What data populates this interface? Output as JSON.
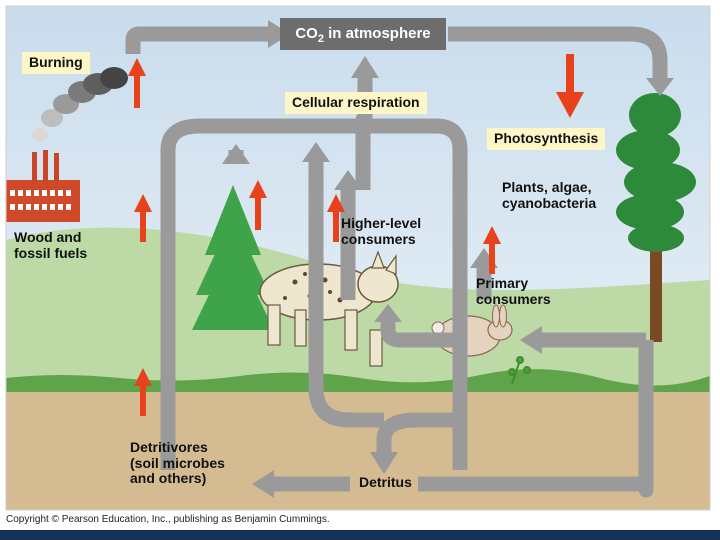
{
  "labels": {
    "co2_main": "CO",
    "co2_sub": "2",
    "co2_rest": " in atmosphere",
    "burning": "Burning",
    "cellular_respiration": "Cellular respiration",
    "photosynthesis": "Photosynthesis",
    "plants_line1": "Plants, algae,",
    "plants_line2": "cyanobacteria",
    "wood_line1": "Wood and",
    "wood_line2": "fossil fuels",
    "higher_line1": "Higher-level",
    "higher_line2": "consumers",
    "primary_line1": "Primary",
    "primary_line2": "consumers",
    "detritivores_line1": "Detritivores",
    "detritivores_line2": "(soil microbes",
    "detritivores_line3": "and others)",
    "detritus": "Detritus"
  },
  "footer": {
    "copyright": "Copyright © Pearson Education, Inc., publishing as Benjamin Cummings."
  },
  "colors": {
    "sky": "#d7e6f2",
    "hill": "#bcd9a6",
    "grass": "#5fa44a",
    "soil": "#d5bb92",
    "flow_arrow": "#9a9a9a",
    "increase_arrow": "#e8421c",
    "label_box": "#fff6c8",
    "co2_box": "#6d6d6d",
    "factory": "#d04a2a",
    "tree": "#2d8a3a",
    "bar": "#12325a"
  }
}
